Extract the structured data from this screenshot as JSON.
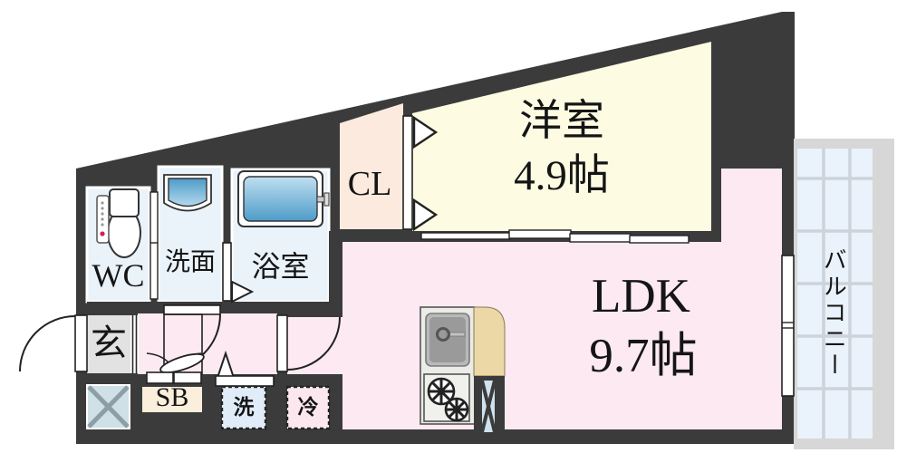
{
  "plan": {
    "type": "apartment-floor-plan",
    "rooms": {
      "western_room": {
        "name": "洋室",
        "area": "4.9帖"
      },
      "ldk": {
        "name": "LDK",
        "area": "9.7帖"
      },
      "closet": {
        "name": "CL"
      },
      "wc": {
        "name": "WC"
      },
      "washroom": {
        "name": "洗面"
      },
      "bathroom": {
        "name": "浴室"
      },
      "entrance": {
        "name": "玄"
      },
      "balcony": {
        "name": "バルコニー"
      },
      "shoe_box": {
        "name": "SB"
      },
      "washer_space": {
        "name": "洗"
      },
      "refrigerator_space": {
        "name": "冷"
      }
    },
    "colors": {
      "wall": "#3b3b3b",
      "western_room_floor": "#fdfce3",
      "closet_floor": "#fbeadd",
      "ldk_floor": "#fce9f1",
      "wet_room_floor": "#eaf2fa",
      "entrance_floor": "#e2e2e2",
      "balcony_floor": "#eaf2fb",
      "balcony_frame": "#d7d7d7",
      "shoe_box_fill": "#fbeedb",
      "washer_box_fill": "#e0ecf8",
      "refrigerator_box_fill": "#fce7ef",
      "pipe_space_fill": "#cfe0e7",
      "counter_tan": "#ecd8a6",
      "fixture_blue_dark": "#4e9cc9",
      "fixture_blue_light": "#bfdff0"
    }
  }
}
